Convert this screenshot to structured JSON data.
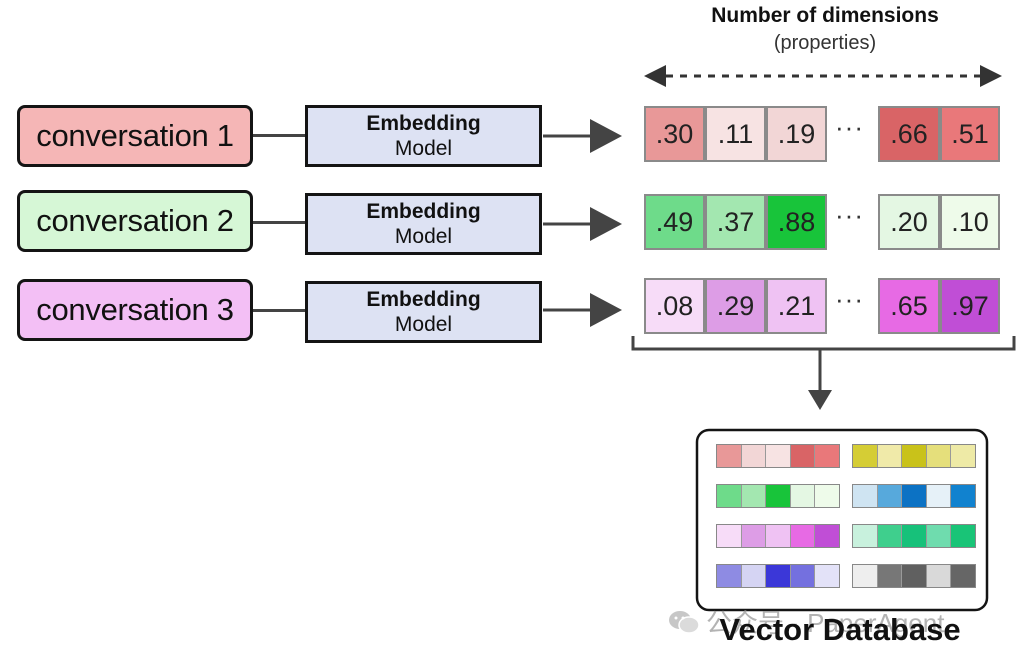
{
  "header": {
    "title": "Number of dimensions",
    "subtitle": "(properties)"
  },
  "rows": [
    {
      "conversation": "conversation 1",
      "conv_color": "#f5b6b6",
      "model_line1": "Embedding",
      "model_line2": "Model",
      "values": [
        ".30",
        ".11",
        ".19",
        ".66",
        ".51"
      ],
      "cell_colors": [
        "#e89898",
        "#f7e3e3",
        "#f2d6d6",
        "#d96466",
        "#e9787a"
      ]
    },
    {
      "conversation": "conversation 2",
      "conv_color": "#d6f7d6",
      "model_line1": "Embedding",
      "model_line2": "Model",
      "values": [
        ".49",
        ".37",
        ".88",
        ".20",
        ".10"
      ],
      "cell_colors": [
        "#6edb8a",
        "#a3e7b0",
        "#18c43a",
        "#e4f7e3",
        "#eefbea"
      ]
    },
    {
      "conversation": "conversation 3",
      "conv_color": "#f3bff5",
      "model_line1": "Embedding",
      "model_line2": "Model",
      "values": [
        ".08",
        ".29",
        ".21",
        ".65",
        ".97"
      ],
      "cell_colors": [
        "#f7dcf8",
        "#dd9de6",
        "#efc2f3",
        "#e76ae4",
        "#c04ed6"
      ]
    }
  ],
  "ellipsis": "···",
  "database": {
    "title": "Vector Database",
    "tables": [
      [
        "#e89898",
        "#f2d6d6",
        "#f7e3e3",
        "#d96466",
        "#e9787a"
      ],
      [
        "#d5cd35",
        "#f0eaa9",
        "#c9c21a",
        "#e5df7b",
        "#eeeaa6"
      ],
      [
        "#6edb8a",
        "#a3e7b0",
        "#18c43a",
        "#e4f7e3",
        "#eefbea"
      ],
      [
        "#cfe4f2",
        "#57a9dc",
        "#0c72c4",
        "#e6f1f8",
        "#1182cf"
      ],
      [
        "#f7dcf8",
        "#dd9de6",
        "#efc2f3",
        "#e76ae4",
        "#c04ed6"
      ],
      [
        "#c8f1dd",
        "#3fcf8d",
        "#17c17a",
        "#6fdcae",
        "#19c477"
      ],
      [
        "#8e8be3",
        "#d5d4f3",
        "#3b37d8",
        "#7470df",
        "#e3e2f8"
      ],
      [
        "#eeeeee",
        "#777777",
        "#606060",
        "#d9d9d9",
        "#666666"
      ]
    ]
  },
  "watermark": "公众号 · PaperAgent"
}
